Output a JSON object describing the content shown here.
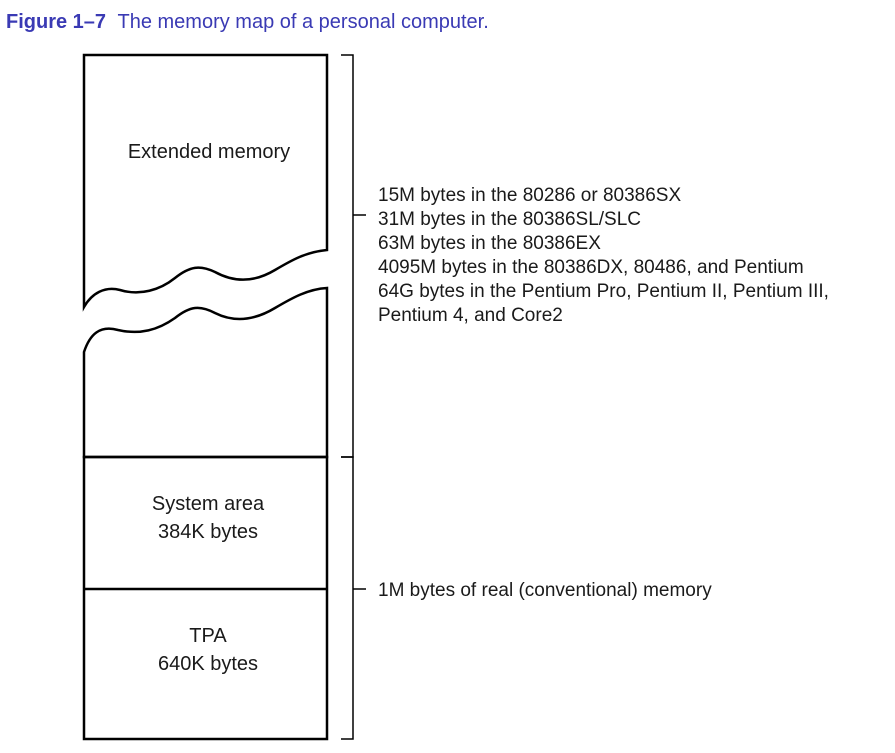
{
  "caption": {
    "label": "Figure 1–7",
    "text": "The memory map of a personal computer.",
    "color": "#3a3ab4"
  },
  "regions": {
    "extended": {
      "label": "Extended memory"
    },
    "system_area": {
      "line1": "System area",
      "line2": "384K bytes"
    },
    "tpa": {
      "line1": "TPA",
      "line2": "640K bytes"
    }
  },
  "annotations": {
    "extended_sizes": [
      "15M bytes in the 80286 or 80386SX",
      "31M bytes in the 80386SL/SLC",
      "63M bytes in the 80386EX",
      "4095M bytes in the 80386DX, 80486, and Pentium",
      "64G bytes in the Pentium Pro, Pentium II, Pentium III,",
      "Pentium 4, and Core2"
    ],
    "real_memory": "1M bytes of real (conventional) memory"
  }
}
